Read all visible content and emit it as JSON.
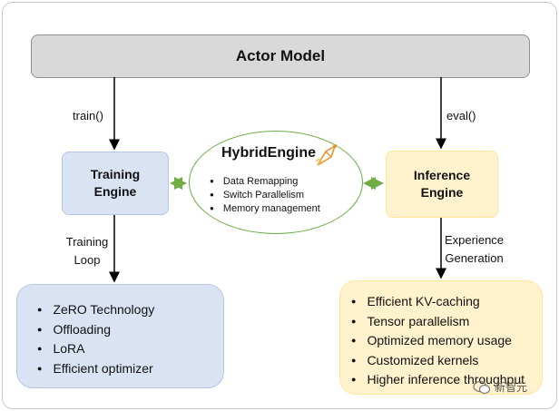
{
  "actor_model": "Actor Model",
  "training_engine": {
    "line1": "Training",
    "line2": "Engine"
  },
  "inference_engine": {
    "line1": "Inference",
    "line2": "Engine"
  },
  "hybrid_engine": {
    "title": "HybridEngine",
    "items": [
      "Data Remapping",
      "Switch Parallelism",
      "Memory management"
    ]
  },
  "labels": {
    "train": "train()",
    "eval": "eval()",
    "training_loop_1": "Training",
    "training_loop_2": "Loop",
    "experience_1": "Experience",
    "experience_2": "Generation"
  },
  "training_features": [
    "ZeRO Technology",
    "Offloading",
    "LoRA",
    "Efficient optimizer"
  ],
  "inference_features": [
    "Efficient KV-caching",
    "Tensor parallelism",
    "Optimized memory usage",
    "Customized kernels",
    "Higher inference throughput"
  ],
  "watermark": "新智元",
  "colors": {
    "training": "#dae3f3",
    "inference": "#fff2cc",
    "hybrid_border": "#70ad47",
    "actor": "#d9d9d9"
  }
}
